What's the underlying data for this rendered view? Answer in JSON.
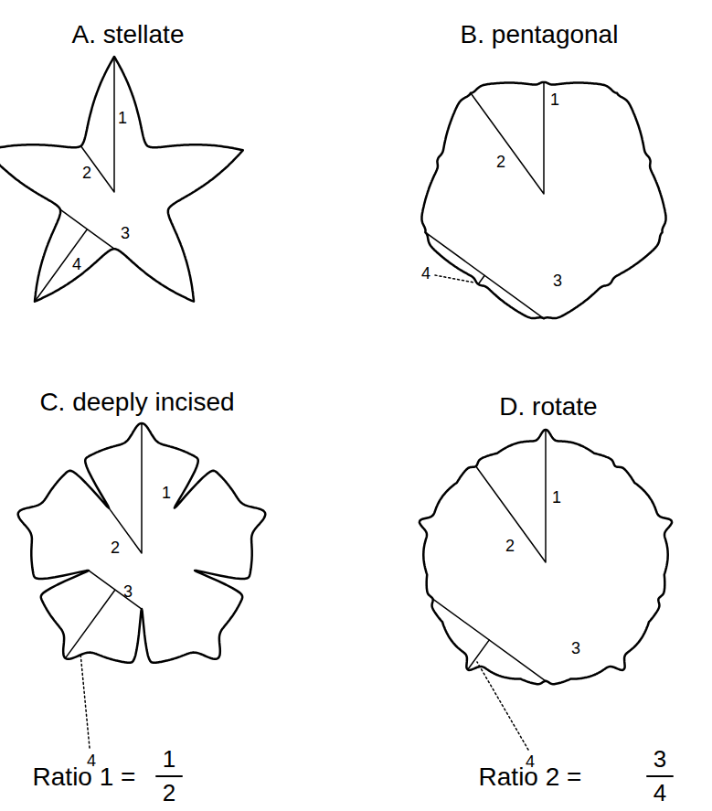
{
  "diagram": {
    "labels": [
      "A. stellate",
      "1",
      "2",
      "3",
      "4",
      "B. pentagonal",
      "1",
      "2",
      "3",
      "4",
      "C. deeply incised",
      "1",
      "2",
      "3",
      "4",
      "D. rotate",
      "1",
      "2",
      "3",
      "4",
      "Ratio 1 =",
      "1",
      "2",
      "Ratio 2 =",
      "3",
      "4"
    ]
  }
}
